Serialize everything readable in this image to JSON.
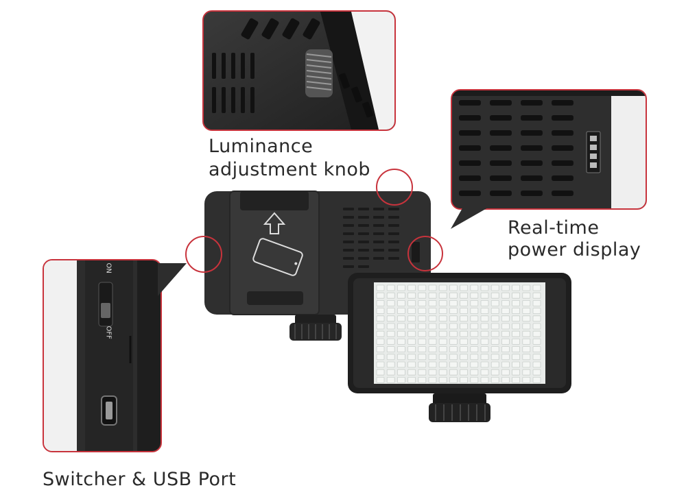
{
  "labels": {
    "luminance_line1": "Luminance",
    "luminance_line2": "adjustment knob",
    "power_line1": "Real-time",
    "power_line2": "power display",
    "switcher": "Switcher & USB Port"
  },
  "switch_labels": {
    "on": "ON",
    "off": "OFF"
  },
  "icons": [
    "arrow-up-icon",
    "phone-icon"
  ],
  "colors": {
    "accent": "#c8333c",
    "body_dark": "#2e2e2e",
    "led": "#f4f6f4"
  }
}
